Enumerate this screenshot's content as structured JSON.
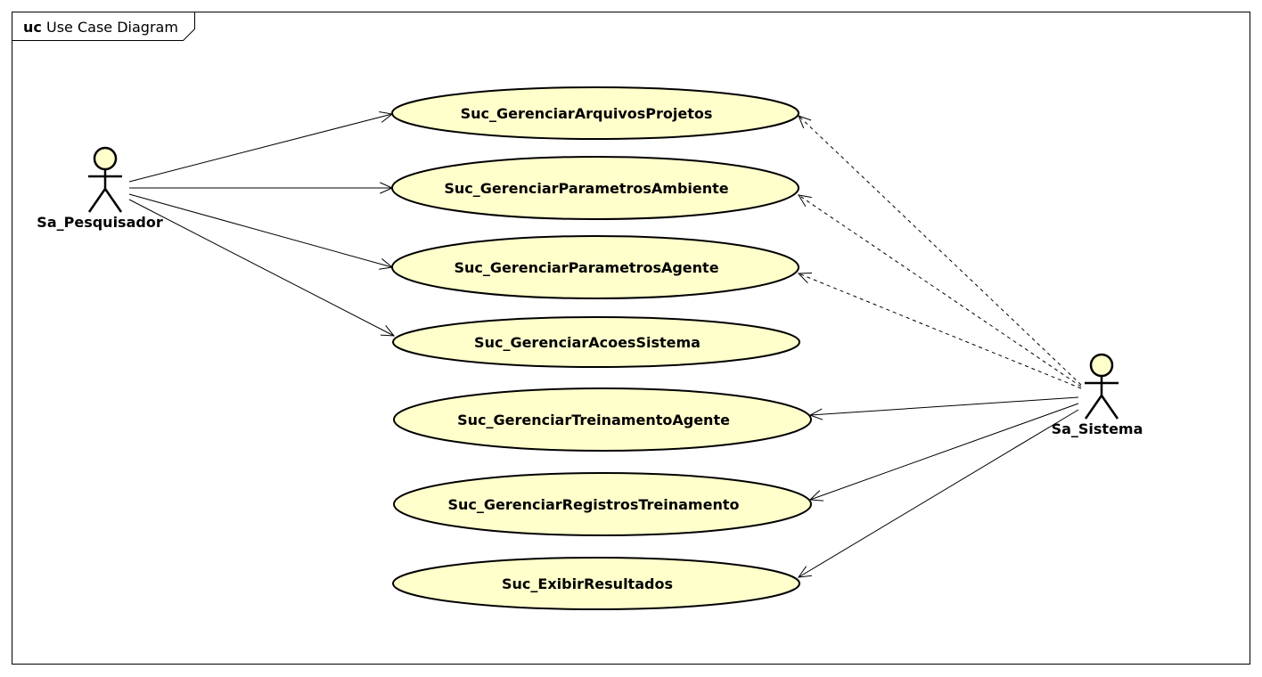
{
  "frame": {
    "keyword": "uc",
    "name": "Use Case Diagram"
  },
  "actors": [
    {
      "id": "pesquisador",
      "name": "Sa_Pesquisador"
    },
    {
      "id": "sistema",
      "name": "Sa_Sistema"
    }
  ],
  "use_cases": [
    {
      "id": "uc1",
      "name": "Suc_GerenciarArquivosProjetos"
    },
    {
      "id": "uc2",
      "name": "Suc_GerenciarParametrosAmbiente"
    },
    {
      "id": "uc3",
      "name": "Suc_GerenciarParametrosAgente"
    },
    {
      "id": "uc4",
      "name": "Suc_GerenciarAcoesSistema"
    },
    {
      "id": "uc5",
      "name": "Suc_GerenciarTreinamentoAgente"
    },
    {
      "id": "uc6",
      "name": "Suc_GerenciarRegistrosTreinamento"
    },
    {
      "id": "uc7",
      "name": "Suc_ExibirResultados"
    }
  ],
  "associations": [
    {
      "from": "pesquisador",
      "to": "uc1",
      "style": "solid"
    },
    {
      "from": "pesquisador",
      "to": "uc2",
      "style": "solid"
    },
    {
      "from": "pesquisador",
      "to": "uc3",
      "style": "solid"
    },
    {
      "from": "pesquisador",
      "to": "uc4",
      "style": "solid"
    },
    {
      "from": "sistema",
      "to": "uc1",
      "style": "dashed"
    },
    {
      "from": "sistema",
      "to": "uc2",
      "style": "dashed"
    },
    {
      "from": "sistema",
      "to": "uc3",
      "style": "dashed"
    },
    {
      "from": "sistema",
      "to": "uc5",
      "style": "solid"
    },
    {
      "from": "sistema",
      "to": "uc6",
      "style": "solid"
    },
    {
      "from": "sistema",
      "to": "uc7",
      "style": "solid"
    }
  ],
  "colors": {
    "use_case_fill": "#ffffcc",
    "actor_fill": "#ffffcc",
    "stroke": "#000000"
  }
}
